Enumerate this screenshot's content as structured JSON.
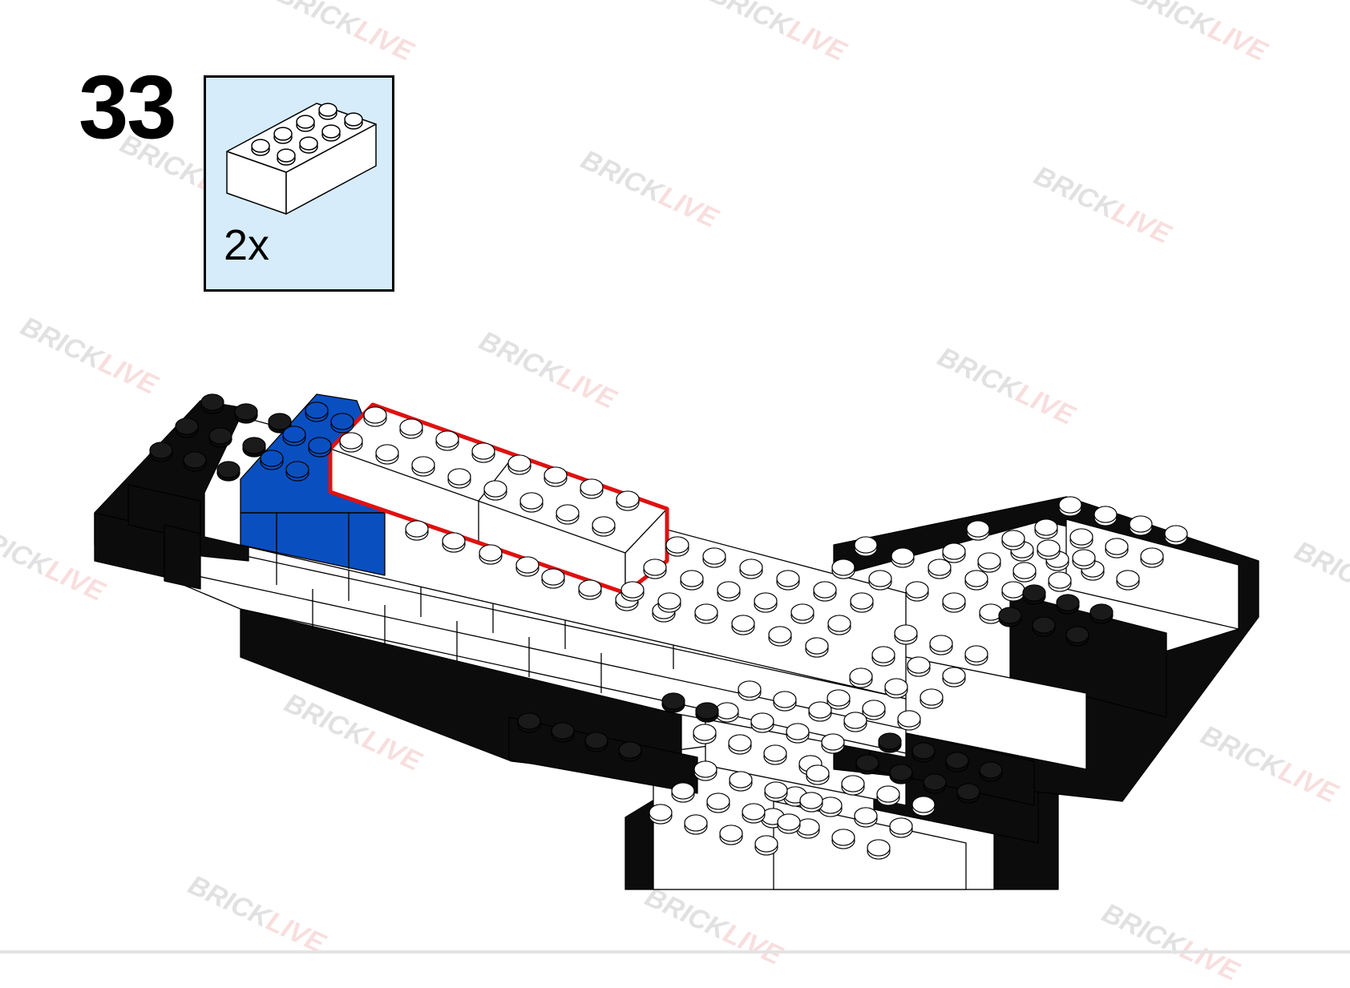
{
  "step": {
    "number": "33"
  },
  "parts": {
    "quantity": "2x",
    "brick": "2x4 brick",
    "brick_color": "#ffffff"
  },
  "watermark": {
    "part1": "BRICK",
    "part2": "LIVE",
    "color1": "#333333",
    "color2": "#d21f1f"
  },
  "colors": {
    "black_brick": "#0c0c0c",
    "white_brick": "#ffffff",
    "blue_brick": "#0a4fc0",
    "panel_bg": "#d6ecfb",
    "highlight": "#e01010"
  }
}
